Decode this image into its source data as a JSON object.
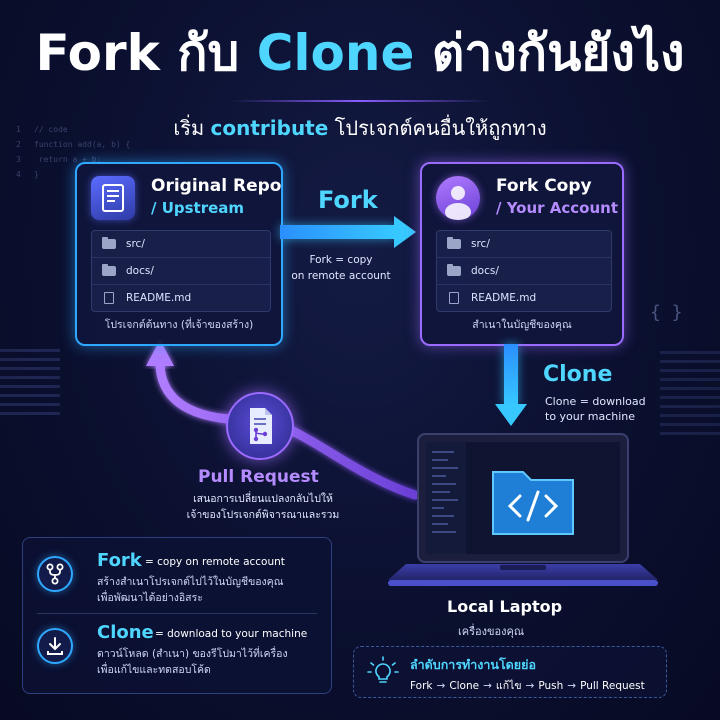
{
  "title": {
    "part1": "Fork",
    "part2": "กับ",
    "part3": "Clone",
    "part4": "ต่างกันยังไง"
  },
  "subtitle": {
    "part1": "เริ่ม",
    "part2": "contribute",
    "part3": "โปรเจกต์คนอื่นให้ถูกทาง"
  },
  "code_deco": [
    {
      "n": "1",
      "t": "// code"
    },
    {
      "n": "2",
      "t": "function add(a, b) {"
    },
    {
      "n": "3",
      "t": "  return a + b;"
    },
    {
      "n": "4",
      "t": "}"
    }
  ],
  "brace_deco": "{ }",
  "upstream": {
    "title": "Original Repo",
    "subtitle": "/ Upstream",
    "files": [
      "src/",
      "docs/",
      "README.md"
    ],
    "caption": "โปรเจกต์ต้นทาง (ที่เจ้าของสร้าง)"
  },
  "fork_copy": {
    "title": "Fork Copy",
    "subtitle": "/ Your Account",
    "files": [
      "src/",
      "docs/",
      "README.md"
    ],
    "caption": "สำเนาในบัญชีของคุณ"
  },
  "fork_arrow": {
    "label": "Fork",
    "desc1": "Fork = copy",
    "desc2": "on remote account"
  },
  "clone_arrow": {
    "label": "Clone",
    "desc1": "Clone = download",
    "desc2": "to your machine"
  },
  "pull_request": {
    "label": "Pull Request",
    "desc1": "เสนอการเปลี่ยนแปลงกลับไปให้",
    "desc2": "เจ้าของโปรเจกต์พิจารณาและรวม"
  },
  "laptop": {
    "label": "Local Laptop",
    "sub": "เครื่องของคุณ"
  },
  "glossary": [
    {
      "term": "Fork",
      "def": "= copy on remote account",
      "desc1": "สร้างสำเนาโปรเจกต์ไปไว้ในบัญชีของคุณ",
      "desc2": "เพื่อพัฒนาได้อย่างอิสระ",
      "icon": "fork-icon"
    },
    {
      "term": "Clone",
      "def": "= download to your machine",
      "desc1": "ดาวน์โหลด (สำเนา) ของรีโปมาไว้ที่เครื่อง",
      "desc2": "เพื่อแก้ไขและทดสอบโค้ด",
      "icon": "download-icon"
    }
  ],
  "workflow": {
    "title": "ลำดับการทำงานโดยย่อ",
    "steps": [
      "Fork",
      "Clone",
      "แก้ไข",
      "Push",
      "Pull Request"
    ],
    "arrow": "→",
    "icon": "lightbulb-icon"
  },
  "colors": {
    "cyan": "#4fd6ff",
    "purple": "#b58cff",
    "background": "#0b1030"
  }
}
